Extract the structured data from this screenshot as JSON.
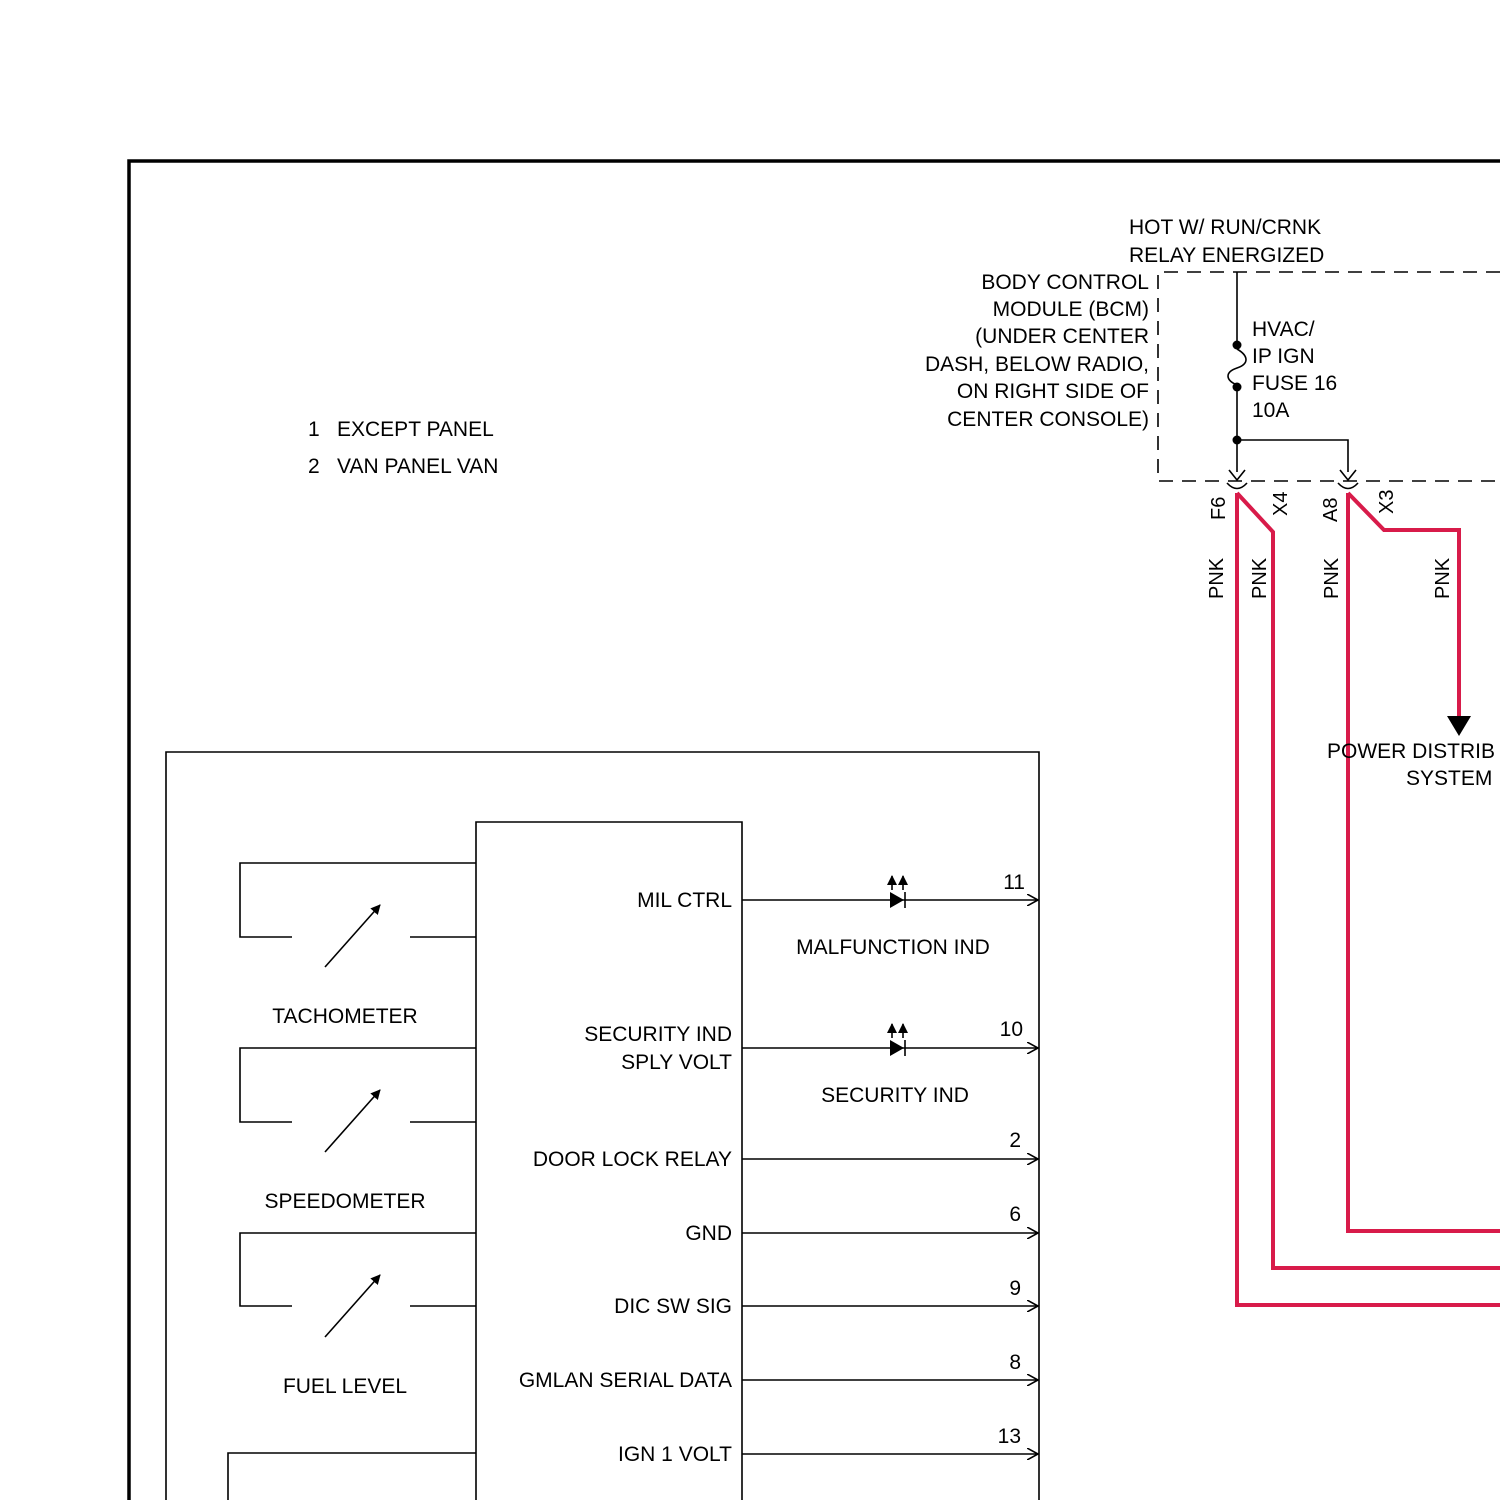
{
  "notes": [
    {
      "num": "1",
      "text": "EXCEPT PANEL"
    },
    {
      "num": "2",
      "text": "VAN PANEL VAN"
    }
  ],
  "power": {
    "line1": "HOT W/ RUN/CRNK",
    "line2": "RELAY ENERGIZED"
  },
  "bcm": {
    "lines": [
      "BODY CONTROL",
      "MODULE (BCM)",
      "(UNDER CENTER",
      "DASH, BELOW RADIO,",
      "ON RIGHT SIDE OF",
      "CENTER CONSOLE)"
    ]
  },
  "fuse": {
    "lines": [
      "HVAC/",
      "IP IGN",
      "FUSE 16",
      "10A"
    ]
  },
  "connectors": [
    {
      "pin": "F6",
      "conn": "X4",
      "wire_color_1": "PNK",
      "wire_color_2": "PNK"
    },
    {
      "pin": "A8",
      "conn": "X3",
      "wire_color_1": "PNK",
      "wire_color_2": "PNK"
    }
  ],
  "power_dist": {
    "line1": "POWER DISTRIB",
    "line2": "SYSTEM"
  },
  "gauges": [
    {
      "label": "TACHOMETER"
    },
    {
      "label": "SPEEDOMETER"
    },
    {
      "label": "FUEL LEVEL"
    }
  ],
  "circuits": [
    {
      "label": "MIL CTRL",
      "label2": "",
      "pin": "11",
      "indicator": "MALFUNCTION IND"
    },
    {
      "label": "SECURITY IND",
      "label2": "SPLY VOLT",
      "pin": "10",
      "indicator": "SECURITY IND"
    },
    {
      "label": "DOOR LOCK RELAY",
      "label2": "",
      "pin": "2",
      "indicator": ""
    },
    {
      "label": "GND",
      "label2": "",
      "pin": "6",
      "indicator": ""
    },
    {
      "label": "DIC SW SIG",
      "label2": "",
      "pin": "9",
      "indicator": ""
    },
    {
      "label": "GMLAN SERIAL DATA",
      "label2": "",
      "pin": "8",
      "indicator": ""
    },
    {
      "label": "IGN 1 VOLT",
      "label2": "",
      "pin": "13",
      "indicator": ""
    }
  ],
  "colors": {
    "wire_pnk": "#d81b4a",
    "line": "#000000",
    "background": "#ffffff"
  }
}
